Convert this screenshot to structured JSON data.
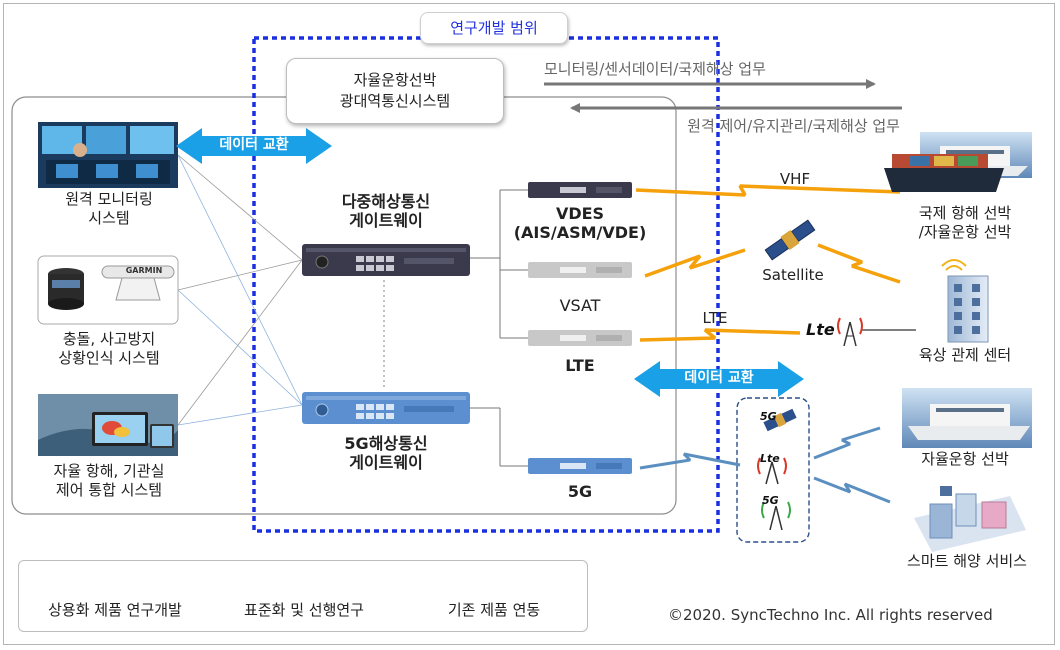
{
  "scope_title": "연구개발 범위",
  "system_title": {
    "line1": "자율운항선박",
    "line2": "광대역통신시스템"
  },
  "flows": {
    "outbound": "모니터링/센서데이터/국제해상 업무",
    "inbound": "원격 제어/유지관리/국제해상 업무"
  },
  "data_exchange_label": "데이터 교환",
  "left_systems": [
    {
      "line1": "원격 모니터링",
      "line2": "시스템"
    },
    {
      "line1": "충돌, 사고방지",
      "line2": "상황인식 시스템"
    },
    {
      "line1": "자율 항해, 기관실",
      "line2": "제어 통합 시스템"
    }
  ],
  "gateways": {
    "multi": {
      "line1": "다중해상통신",
      "line2": "게이트웨이"
    },
    "fiveg": {
      "line1": "5G해상통신",
      "line2": "게이트웨이"
    }
  },
  "devices": {
    "vdes": {
      "line1": "VDES",
      "line2": "(AIS/ASM/VDE)"
    },
    "vsat": "VSAT",
    "lte": "LTE",
    "fiveg": "5G"
  },
  "links": {
    "vhf": "VHF",
    "satellite": "Satellite",
    "lte": "LTE",
    "lte_logo": "Lte",
    "fiveg_logo": "5G"
  },
  "right_endpoints": {
    "intl_ship": {
      "line1": "국제 항해 선박",
      "line2": "/자율운항 선박"
    },
    "control_center": "육상 관제 센터",
    "auto_ship": "자율운항 선박",
    "smart_service": "스마트 해양 서비스"
  },
  "brand_text": "GARMIN",
  "legend": {
    "commercial": "상용화 제품 연구개발",
    "standard": "표준화 및 선행연구",
    "existing": "기존 제품 연동"
  },
  "copyright": "©2020. SyncTechno Inc. All rights reserved",
  "colors": {
    "scope_border": "#1a2fe0",
    "device_commercial": "#3a3a4c",
    "device_standard": "#5b8fd0",
    "device_existing": "#c8c8c8",
    "data_exchange": "#1aa0e6",
    "wireless": "#f5a10c",
    "fiveg_wave": "#5a8fc0"
  }
}
